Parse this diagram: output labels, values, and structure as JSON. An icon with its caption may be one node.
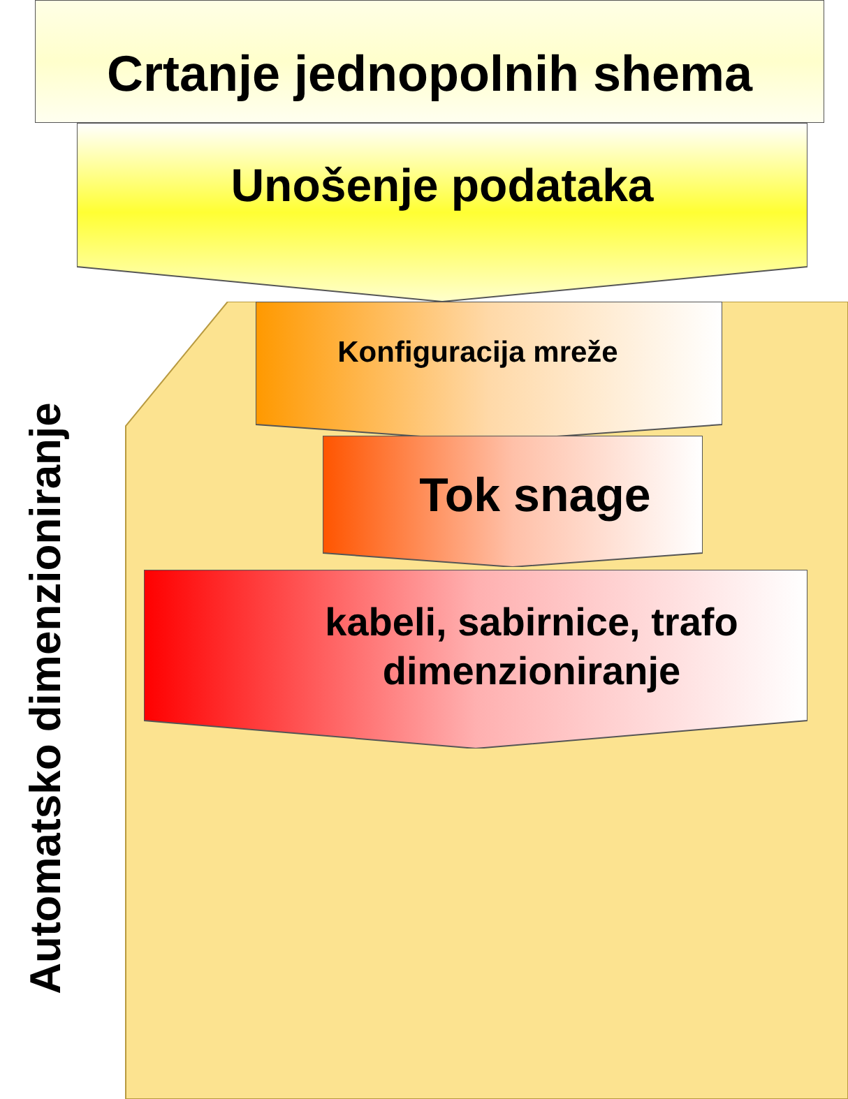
{
  "diagram": {
    "nodes": [
      {
        "text": [
          "Crtanje jednopolnih shema"
        ]
      },
      {
        "text": [
          "Unošenje podataka"
        ]
      },
      {
        "text": [
          "Automatsko dimenzioniranje"
        ]
      },
      {
        "text": [
          "Konfiguracija mreže"
        ],
        "in": 2
      },
      {
        "text": [
          "Tok snage"
        ],
        "in": 2
      },
      {
        "text": [
          "kabeli, sabirnice, trafo dimenzioniranje"
        ],
        "in": 2
      }
    ]
  }
}
